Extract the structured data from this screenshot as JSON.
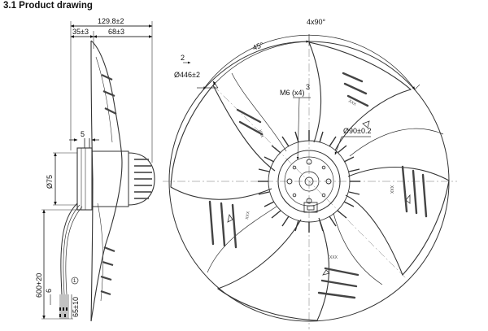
{
  "heading": "3.1 Product drawing",
  "side_view": {
    "overall_depth": "129.8±2",
    "hub_offset": "35±3",
    "blade_depth": "68±3",
    "flange": "5",
    "shaft_dia": "Ø75",
    "cable_length": "600+20",
    "strip_short": "6",
    "strip_long": "65±10",
    "note_marker": "1"
  },
  "front_view": {
    "angle_top": "4x90°",
    "angle_pitch": "45°",
    "outer_dia": "Ø446±2",
    "marker_2": "2",
    "thread": "M6 (x4)",
    "marker_3": "3",
    "center_dia": "Ø90±0.2",
    "blade_text": "XXX"
  }
}
